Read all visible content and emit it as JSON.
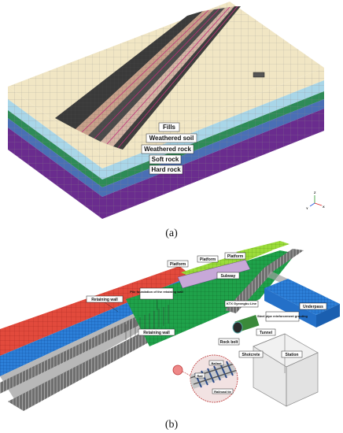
{
  "figure_a": {
    "caption": "(a)",
    "layers": [
      {
        "label": "Fills",
        "color": "#f1e6c4"
      },
      {
        "label": "Weathered soil",
        "color": "#a9d6e8"
      },
      {
        "label": "Weathered rock",
        "color": "#2e8b57"
      },
      {
        "label": "Soft rock",
        "color": "#4a6fb5"
      },
      {
        "label": "Hard rock",
        "color": "#6a2c8e"
      }
    ],
    "axes": {
      "z": "Z",
      "x": "X",
      "y": "Y"
    }
  },
  "figure_b": {
    "caption": "(b)",
    "labels": {
      "platform_1": "Platform",
      "platform_2": "Platform",
      "platform_3": "Platform",
      "subway": "Subway",
      "retaining_wall_1": "Retaining wall",
      "pile_foundation": "Pile foundation of the retaining wall",
      "ktx_line": "KTX Gyeongbu Line",
      "underpass": "Underpass",
      "steel_pipe": "Steel pipe reinforcement grouting",
      "tunnel": "Tunnel",
      "retaining_wall_2": "Retaining wall",
      "rock_bolt": "Rock bolt",
      "shotcrete": "Shotcrete",
      "station": "Station",
      "ballast": "Ballast",
      "rail": "Rail",
      "railroad_tie": "Railroad tie"
    }
  }
}
